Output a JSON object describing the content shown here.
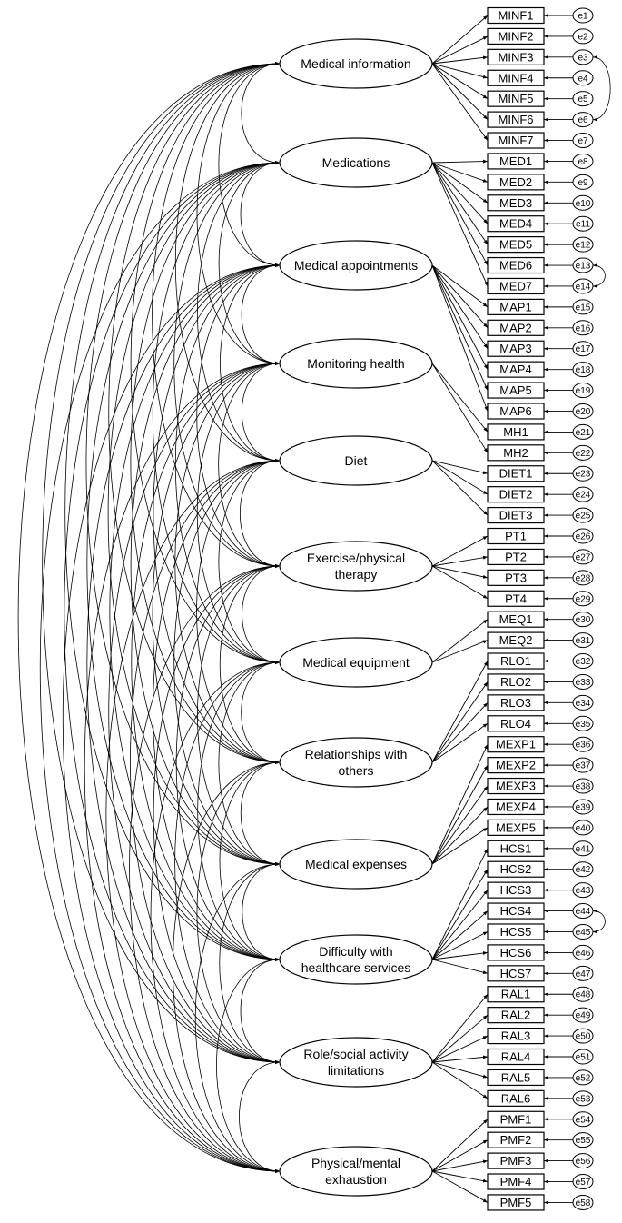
{
  "factors": [
    {
      "label_lines": [
        "Medical information"
      ],
      "items": [
        "MINF1",
        "MINF2",
        "MINF3",
        "MINF4",
        "MINF5",
        "MINF6",
        "MINF7"
      ]
    },
    {
      "label_lines": [
        "Medications"
      ],
      "items": [
        "MED1",
        "MED2",
        "MED3",
        "MED4",
        "MED5",
        "MED6",
        "MED7"
      ]
    },
    {
      "label_lines": [
        "Medical appointments"
      ],
      "items": [
        "MAP1",
        "MAP2",
        "MAP3",
        "MAP4",
        "MAP5",
        "MAP6"
      ]
    },
    {
      "label_lines": [
        "Monitoring health"
      ],
      "items": [
        "MH1",
        "MH2"
      ]
    },
    {
      "label_lines": [
        "Diet"
      ],
      "items": [
        "DIET1",
        "DIET2",
        "DIET3"
      ]
    },
    {
      "label_lines": [
        "Exercise/physical",
        "therapy"
      ],
      "items": [
        "PT1",
        "PT2",
        "PT3",
        "PT4"
      ]
    },
    {
      "label_lines": [
        "Medical equipment"
      ],
      "items": [
        "MEQ1",
        "MEQ2"
      ]
    },
    {
      "label_lines": [
        "Relationships with",
        "others"
      ],
      "items": [
        "RLO1",
        "RLO2",
        "RLO3",
        "RLO4"
      ]
    },
    {
      "label_lines": [
        "Medical expenses"
      ],
      "items": [
        "MEXP1",
        "MEXP2",
        "MEXP3",
        "MEXP4",
        "MEXP5"
      ]
    },
    {
      "label_lines": [
        "Difficulty with",
        "healthcare services"
      ],
      "items": [
        "HCS1",
        "HCS2",
        "HCS3",
        "HCS4",
        "HCS5",
        "HCS6",
        "HCS7"
      ]
    },
    {
      "label_lines": [
        "Role/social activity",
        "limitations"
      ],
      "items": [
        "RAL1",
        "RAL2",
        "RAL3",
        "RAL4",
        "RAL5",
        "RAL6"
      ]
    },
    {
      "label_lines": [
        "Physical/mental",
        "exhaustion"
      ],
      "items": [
        "PMF1",
        "PMF2",
        "PMF3",
        "PMF4",
        "PMF5"
      ]
    }
  ],
  "error_prefix": "e",
  "error_covariances": [
    [
      "e3",
      "e6"
    ],
    [
      "e13",
      "e14"
    ],
    [
      "e44",
      "e45"
    ]
  ],
  "factor_covariances": "all pairs"
}
